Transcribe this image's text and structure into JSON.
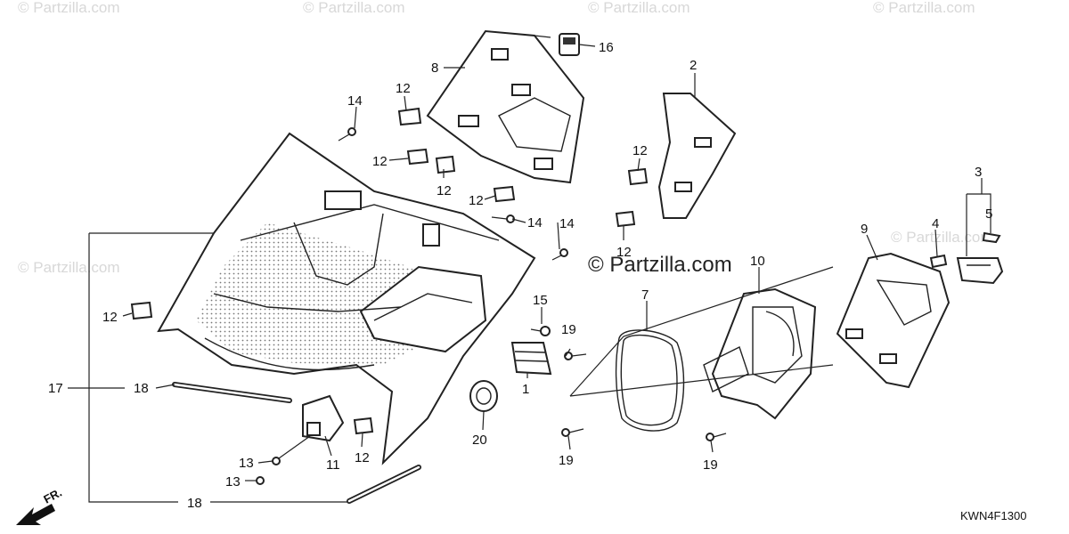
{
  "watermark": {
    "main_text": "© Partzilla.com",
    "faint_text": "© Partzilla.com"
  },
  "diagram_code": "KWN4F1300",
  "front_marker": "FR.",
  "callouts": [
    {
      "id": "c1",
      "label": "1"
    },
    {
      "id": "c2",
      "label": "2"
    },
    {
      "id": "c3",
      "label": "3"
    },
    {
      "id": "c4",
      "label": "4"
    },
    {
      "id": "c5",
      "label": "5"
    },
    {
      "id": "c7",
      "label": "7"
    },
    {
      "id": "c8",
      "label": "8"
    },
    {
      "id": "c9",
      "label": "9"
    },
    {
      "id": "c10",
      "label": "10"
    },
    {
      "id": "c11",
      "label": "11"
    },
    {
      "id": "c12a",
      "label": "12"
    },
    {
      "id": "c12b",
      "label": "12"
    },
    {
      "id": "c12c",
      "label": "12"
    },
    {
      "id": "c12d",
      "label": "12"
    },
    {
      "id": "c12e",
      "label": "12"
    },
    {
      "id": "c12f",
      "label": "12"
    },
    {
      "id": "c12g",
      "label": "12"
    },
    {
      "id": "c12h",
      "label": "12"
    },
    {
      "id": "c13a",
      "label": "13"
    },
    {
      "id": "c13b",
      "label": "13"
    },
    {
      "id": "c14a",
      "label": "14"
    },
    {
      "id": "c14b",
      "label": "14"
    },
    {
      "id": "c14c",
      "label": "14"
    },
    {
      "id": "c15",
      "label": "15"
    },
    {
      "id": "c16",
      "label": "16"
    },
    {
      "id": "c17",
      "label": "17"
    },
    {
      "id": "c18a",
      "label": "18"
    },
    {
      "id": "c18b",
      "label": "18"
    },
    {
      "id": "c19a",
      "label": "19"
    },
    {
      "id": "c19b",
      "label": "19"
    },
    {
      "id": "c19c",
      "label": "19"
    },
    {
      "id": "c20",
      "label": "20"
    }
  ]
}
